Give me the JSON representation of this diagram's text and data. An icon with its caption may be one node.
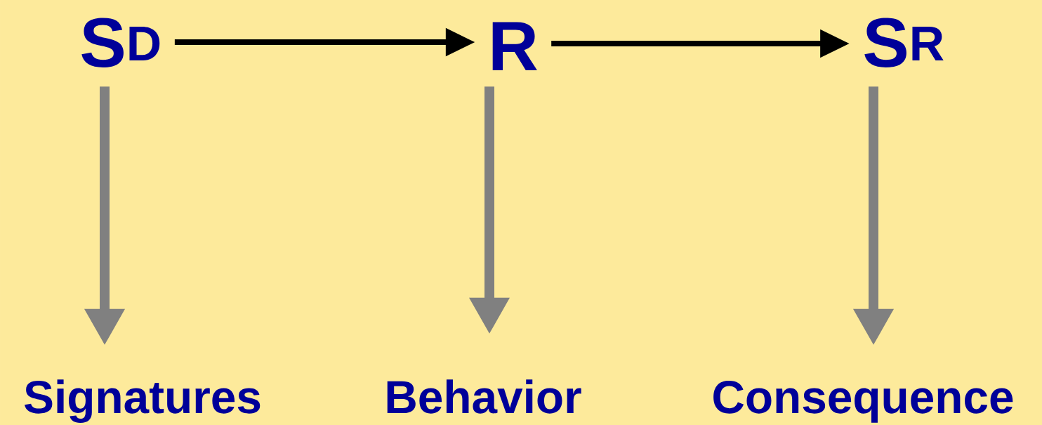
{
  "diagram": {
    "nodes": [
      {
        "text": [
          "S$^{D}$"
        ]
      },
      {
        "text": [
          "R"
        ]
      },
      {
        "text": [
          "S$^{R}$"
        ]
      },
      {
        "text": [
          "Signatures"
        ]
      },
      {
        "text": [
          "Behavior"
        ]
      },
      {
        "text": [
          "Consequence"
        ]
      }
    ],
    "edges": [
      {
        "from": 0,
        "to": 1,
        "arrow": "to",
        "color": "#000000"
      },
      {
        "from": 1,
        "to": 2,
        "arrow": "to",
        "color": "#000000"
      },
      {
        "from": 0,
        "to": 3,
        "arrow": "to"
      },
      {
        "from": 1,
        "to": 4,
        "arrow": "to"
      },
      {
        "from": 2,
        "to": 5,
        "arrow": "to"
      }
    ]
  }
}
